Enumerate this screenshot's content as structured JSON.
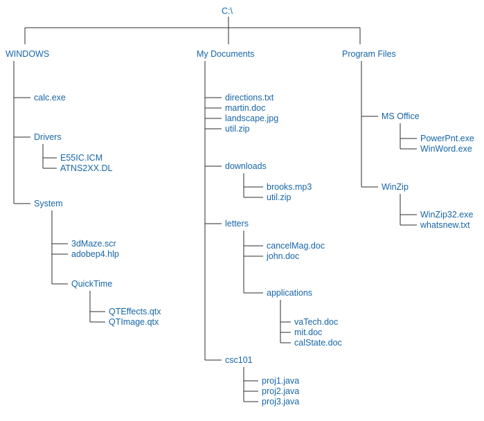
{
  "colors": {
    "node_text": "#1565a7",
    "connector_line": "#2b2b2b"
  },
  "tree": {
    "root": {
      "label": "C:\\",
      "children": [
        {
          "label": "WINDOWS",
          "children": [
            {
              "label": "calc.exe"
            },
            {
              "label": "Drivers",
              "children": [
                {
                  "label": "E55IC.ICM"
                },
                {
                  "label": "ATNS2XX.DL"
                }
              ]
            },
            {
              "label": "System",
              "children": [
                {
                  "label": "3dMaze.scr"
                },
                {
                  "label": "adobep4.hlp"
                },
                {
                  "label": "QuickTime",
                  "children": [
                    {
                      "label": "QTEffects.qtx"
                    },
                    {
                      "label": "QTImage.qtx"
                    }
                  ]
                }
              ]
            }
          ]
        },
        {
          "label": "My Documents",
          "children": [
            {
              "label": "directions.txt"
            },
            {
              "label": "martin.doc"
            },
            {
              "label": "landscape.jpg"
            },
            {
              "label": "util.zip"
            },
            {
              "label": "downloads",
              "children": [
                {
                  "label": "brooks.mp3"
                },
                {
                  "label": "util.zip"
                }
              ]
            },
            {
              "label": "letters",
              "children": [
                {
                  "label": "cancelMag.doc"
                },
                {
                  "label": "john.doc"
                },
                {
                  "label": "applications",
                  "children": [
                    {
                      "label": "vaTech.doc"
                    },
                    {
                      "label": "mit.doc"
                    },
                    {
                      "label": "calState.doc"
                    }
                  ]
                }
              ]
            },
            {
              "label": "csc101",
              "children": [
                {
                  "label": "proj1.java"
                },
                {
                  "label": "proj2.java"
                },
                {
                  "label": "proj3.java"
                }
              ]
            }
          ]
        },
        {
          "label": "Program Files",
          "children": [
            {
              "label": "MS Office",
              "children": [
                {
                  "label": "PowerPnt.exe"
                },
                {
                  "label": "WinWord.exe"
                }
              ]
            },
            {
              "label": "WinZip",
              "children": [
                {
                  "label": "WinZip32.exe"
                },
                {
                  "label": "whatsnew.txt"
                }
              ]
            }
          ]
        }
      ]
    }
  }
}
